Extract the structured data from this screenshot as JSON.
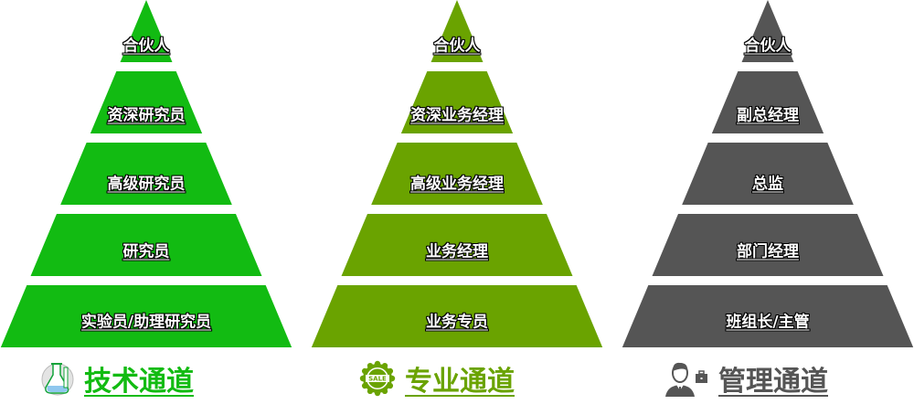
{
  "colors": {
    "tech": "#12bb12",
    "pro": "#6aa300",
    "mgmt": "#555555"
  },
  "pyramids": [
    {
      "key": "tech",
      "levels": [
        "合伙人",
        "资深研究员",
        "高级研究员",
        "研究员",
        "实验员/助理研究员"
      ],
      "footer": {
        "title": "技术通道",
        "icon": "flask-icon"
      }
    },
    {
      "key": "pro",
      "levels": [
        "合伙人",
        "资深业务经理",
        "高级业务经理",
        "业务经理",
        "业务专员"
      ],
      "footer": {
        "title": "专业通道",
        "icon": "sale-badge-icon",
        "icon_text": "SALE"
      }
    },
    {
      "key": "mgmt",
      "levels": [
        "合伙人",
        "副总经理",
        "总监",
        "部门经理",
        "班组长/主管"
      ],
      "footer": {
        "title": "管理通道",
        "icon": "manager-briefcase-icon"
      }
    }
  ]
}
